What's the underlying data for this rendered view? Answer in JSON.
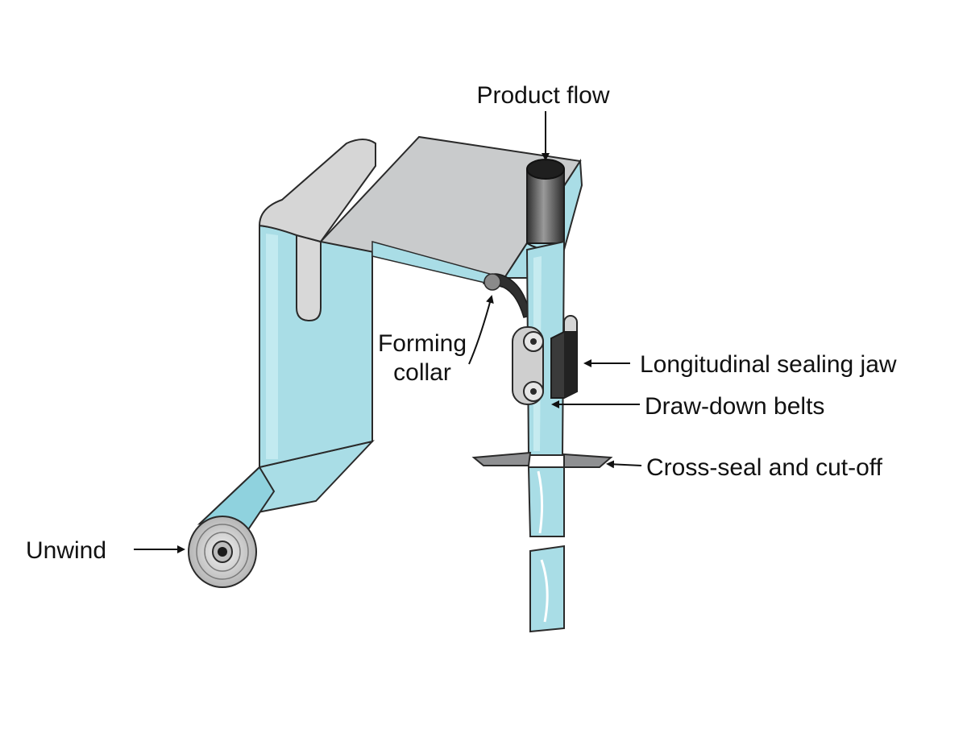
{
  "labels": {
    "product_flow": "Product flow",
    "forming_collar_line1": "Forming",
    "forming_collar_line2": "collar",
    "longitudinal_sealing_jaw": "Longitudinal sealing jaw",
    "draw_down_belts": "Draw-down belts",
    "cross_seal": "Cross-seal and cut-off",
    "unwind": "Unwind"
  },
  "colors": {
    "film": "#a9dde6",
    "film_light": "#cdeff3",
    "film_sheet": "#c9cbcc",
    "outline": "#2a2a2a",
    "jaw": "#3a3a3a",
    "belt": "#c8c8c8",
    "roll": "#d8d8d8"
  }
}
